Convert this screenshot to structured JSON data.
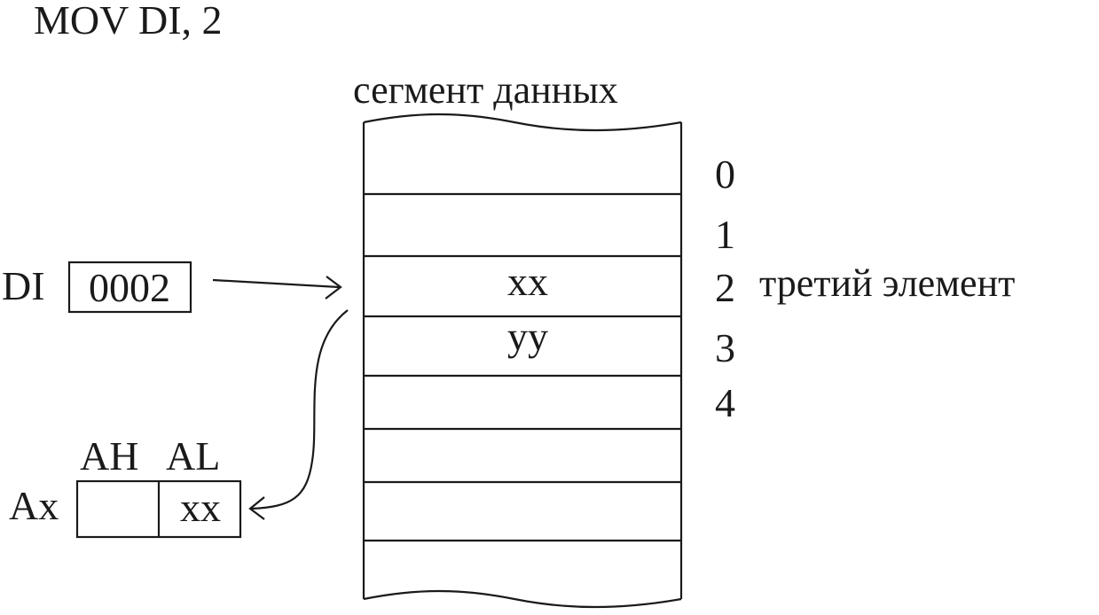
{
  "instruction": "MOV DI, 2",
  "segment": {
    "title": "сегмент данных",
    "cells": [
      "",
      "",
      "xx",
      "yy",
      "",
      "",
      "",
      ""
    ],
    "indices": [
      "0",
      "1",
      "2",
      "3",
      "4"
    ],
    "pointed_index_note": "третий элемент"
  },
  "di_register": {
    "name": "DI",
    "value": "0002"
  },
  "ax_register": {
    "name": "Ax",
    "high_label": "AH",
    "low_label": "AL",
    "high_value": "",
    "low_value": "xx"
  }
}
